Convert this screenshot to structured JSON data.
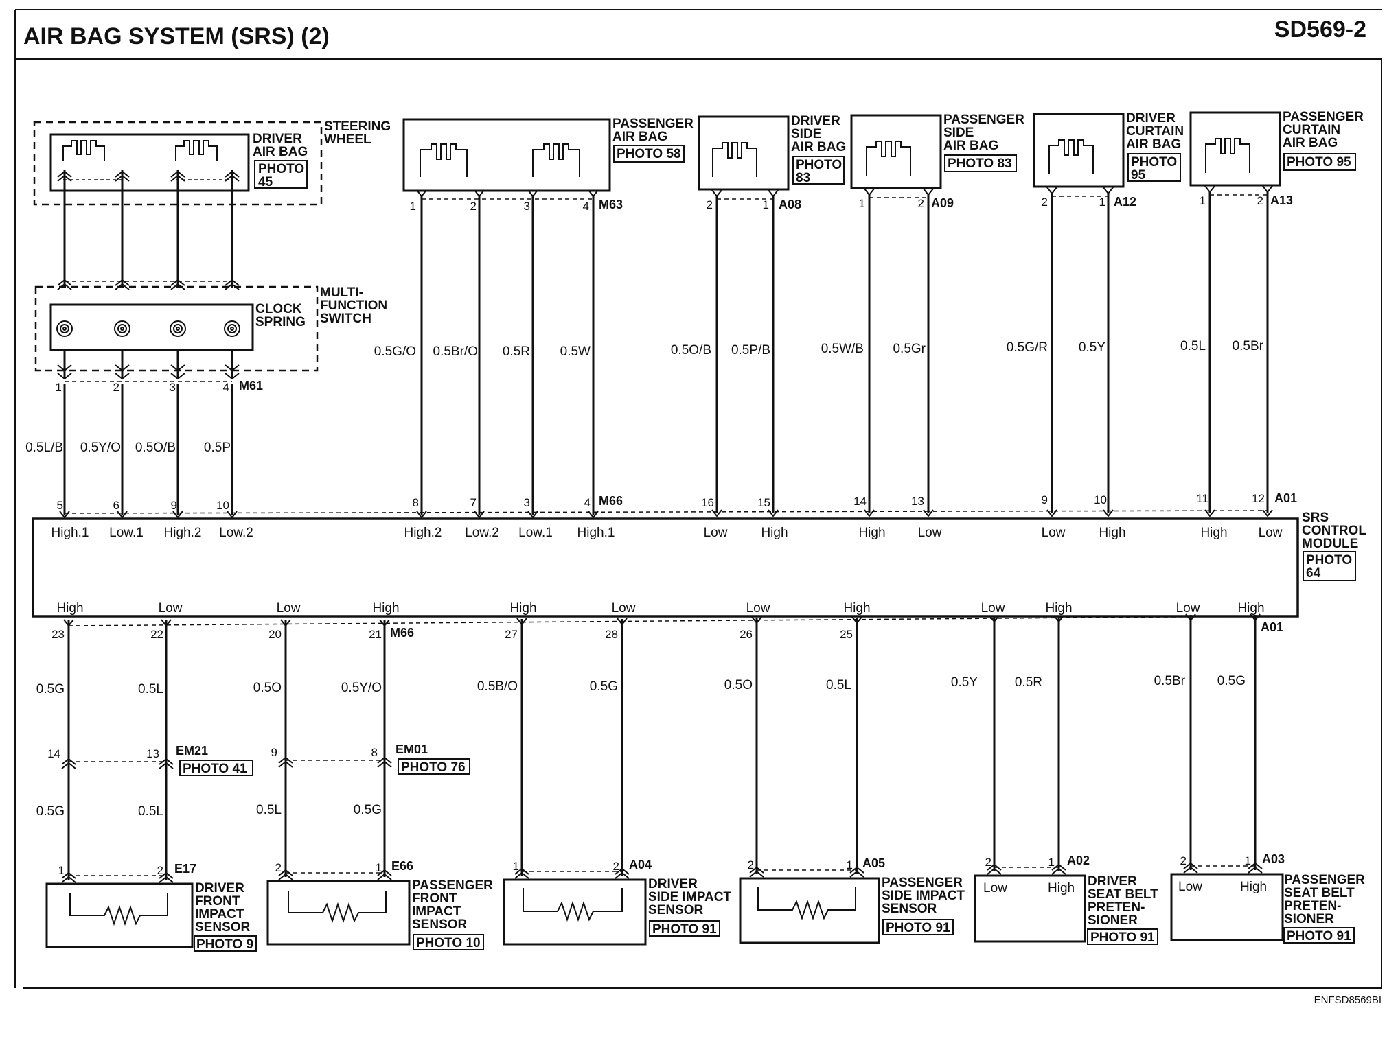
{
  "title": "AIR BAG SYSTEM (SRS) (2)",
  "page_code": "SD569-2",
  "footer_code": "ENFSD8569BI",
  "components": {
    "steering_wheel": "STEERING\nWHEEL",
    "driver_air_bag": "DRIVER\nAIR BAG",
    "driver_air_bag_photo": "PHOTO\n45",
    "multi_function_switch": "MULTI-\nFUNCTION\nSWITCH",
    "clock_spring": "CLOCK\nSPRING",
    "passenger_air_bag": "PASSENGER\nAIR BAG",
    "passenger_air_bag_photo": "PHOTO 58",
    "driver_side_air_bag": "DRIVER\nSIDE\nAIR BAG",
    "driver_side_air_bag_photo": "PHOTO\n83",
    "passenger_side_air_bag": "PASSENGER\nSIDE\nAIR BAG",
    "passenger_side_air_bag_photo": "PHOTO 83",
    "driver_curtain_air_bag": "DRIVER\nCURTAIN\nAIR BAG",
    "driver_curtain_air_bag_photo": "PHOTO\n95",
    "passenger_curtain_air_bag": "PASSENGER\nCURTAIN\nAIR BAG",
    "passenger_curtain_air_bag_photo": "PHOTO 95",
    "srs_control_module": "SRS\nCONTROL\nMODULE",
    "srs_control_module_photo": "PHOTO\n64",
    "driver_front_impact_sensor": "DRIVER\nFRONT\nIMPACT\nSENSOR",
    "driver_front_impact_sensor_photo": "PHOTO 9",
    "passenger_front_impact_sensor": "PASSENGER\nFRONT\nIMPACT\nSENSOR",
    "passenger_front_impact_sensor_photo": "PHOTO 10",
    "driver_side_impact_sensor": "DRIVER\nSIDE IMPACT\nSENSOR",
    "driver_side_impact_sensor_photo": "PHOTO 91",
    "passenger_side_impact_sensor": "PASSENGER\nSIDE IMPACT\nSENSOR",
    "passenger_side_impact_sensor_photo": "PHOTO 91",
    "driver_seat_belt_pretensioner": "DRIVER\nSEAT BELT\nPRETEN-\nSIONER",
    "driver_seat_belt_pretensioner_photo": "PHOTO 91",
    "passenger_seat_belt_pretensioner": "PASSENGER\nSEAT BELT\nPRETEN-\nSIONER",
    "passenger_seat_belt_pretensioner_photo": "PHOTO 91"
  },
  "connectors": {
    "m61": "M61",
    "m63": "M63",
    "m66_top": "M66",
    "m66_bottom": "M66",
    "a08": "A08",
    "a09": "A09",
    "a12": "A12",
    "a13": "A13",
    "a01_top": "A01",
    "a01_bottom": "A01",
    "em21": "EM21",
    "em21_photo": "PHOTO 41",
    "em01": "EM01",
    "em01_photo": "PHOTO 76",
    "e17": "E17",
    "e66": "E66",
    "a04": "A04",
    "a05": "A05",
    "a02": "A02",
    "a03": "A03"
  },
  "wires_top": {
    "ds1": "0.5L/B",
    "ds2": "0.5Y/O",
    "ds3": "0.5O/B",
    "ds4": "0.5P",
    "pab1": "0.5G/O",
    "pab2": "0.5Br/O",
    "pab3": "0.5R",
    "pab4": "0.5W",
    "dsab1": "0.5O/B",
    "dsab2": "0.5P/B",
    "psab1": "0.5W/B",
    "psab2": "0.5Gr",
    "dcab1": "0.5G/R",
    "dcab2": "0.5Y",
    "pcab1": "0.5L",
    "pcab2": "0.5Br"
  },
  "wires_bottom": {
    "dfis_upper1": "0.5G",
    "dfis_upper2": "0.5L",
    "dfis_lower1": "0.5G",
    "dfis_lower2": "0.5L",
    "pfis_upper1": "0.5O",
    "pfis_upper2": "0.5Y/O",
    "pfis_lower1": "0.5L",
    "pfis_lower2": "0.5G",
    "dsis1": "0.5B/O",
    "dsis2": "0.5G",
    "psis1": "0.5O",
    "psis2": "0.5L",
    "dsbp1": "0.5Y",
    "dsbp2": "0.5R",
    "psbp1": "0.5Br",
    "psbp2": "0.5G"
  },
  "module_top_signals": [
    "High.1",
    "Low.1",
    "High.2",
    "Low.2",
    "High.2",
    "Low.2",
    "Low.1",
    "High.1",
    "Low",
    "High",
    "High",
    "Low",
    "Low",
    "High",
    "High",
    "Low"
  ],
  "module_bottom_signals": [
    "High",
    "Low",
    "Low",
    "High",
    "High",
    "Low",
    "Low",
    "High",
    "Low",
    "High",
    "Low",
    "High"
  ],
  "pretensioner_signals": [
    "Low",
    "High",
    "Low",
    "High"
  ],
  "pins": {
    "airbag_m61_upper": [
      "1",
      "2",
      "3",
      "4"
    ],
    "module_top_left": [
      "5",
      "6",
      "9",
      "10"
    ],
    "m63": [
      "1",
      "2",
      "3",
      "4"
    ],
    "module_top_pab": [
      "8",
      "7",
      "3",
      "4"
    ],
    "a08": [
      "2",
      "1"
    ],
    "module_dsab": [
      "16",
      "15"
    ],
    "a09": [
      "1",
      "2"
    ],
    "module_psab": [
      "14",
      "13"
    ],
    "a12": [
      "2",
      "1"
    ],
    "module_dcab": [
      "9",
      "10"
    ],
    "a13": [
      "1",
      "2"
    ],
    "module_pcab": [
      "11",
      "12"
    ],
    "module_bottom": [
      "23",
      "22",
      "20",
      "21",
      "27",
      "28",
      "26",
      "25"
    ],
    "em21": [
      "14",
      "13"
    ],
    "em01": [
      "9",
      "8"
    ],
    "e17": [
      "1",
      "2"
    ],
    "e66": [
      "2",
      "1"
    ],
    "a04": [
      "1",
      "2"
    ],
    "a05": [
      "2",
      "1"
    ],
    "a02": [
      "2",
      "1"
    ],
    "a03": [
      "2",
      "1"
    ]
  }
}
